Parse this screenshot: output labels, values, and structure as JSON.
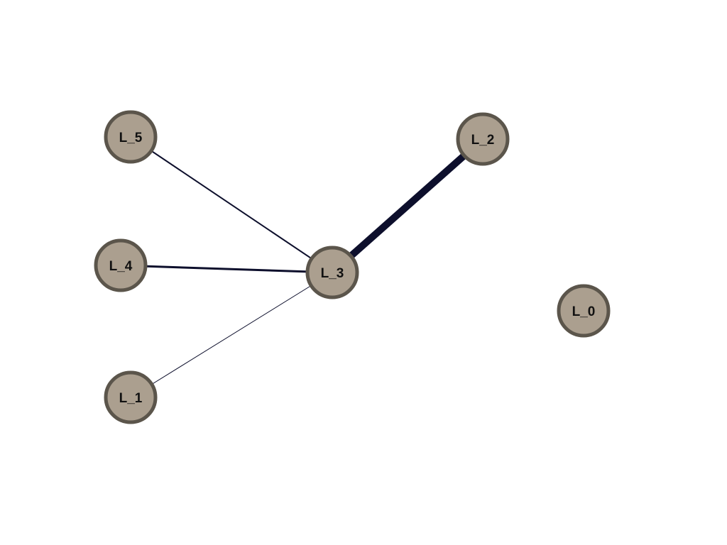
{
  "graph": {
    "edge_color": "#0d0f2c",
    "node_fill": "#ab9f8f",
    "node_stroke": "#5b554b",
    "nodes": [
      {
        "id": "L_0",
        "label": "L_0"
      },
      {
        "id": "L_1",
        "label": "L_1"
      },
      {
        "id": "L_2",
        "label": "L_2"
      },
      {
        "id": "L_3",
        "label": "L_3"
      },
      {
        "id": "L_4",
        "label": "L_4"
      },
      {
        "id": "L_5",
        "label": "L_5"
      }
    ],
    "edges": [
      {
        "source": "L_3",
        "target": "L_2",
        "weight": 5
      },
      {
        "source": "L_3",
        "target": "L_4",
        "weight": 1.5
      },
      {
        "source": "L_3",
        "target": "L_5",
        "weight": 1
      },
      {
        "source": "L_3",
        "target": "L_1",
        "weight": 0.5
      }
    ]
  }
}
